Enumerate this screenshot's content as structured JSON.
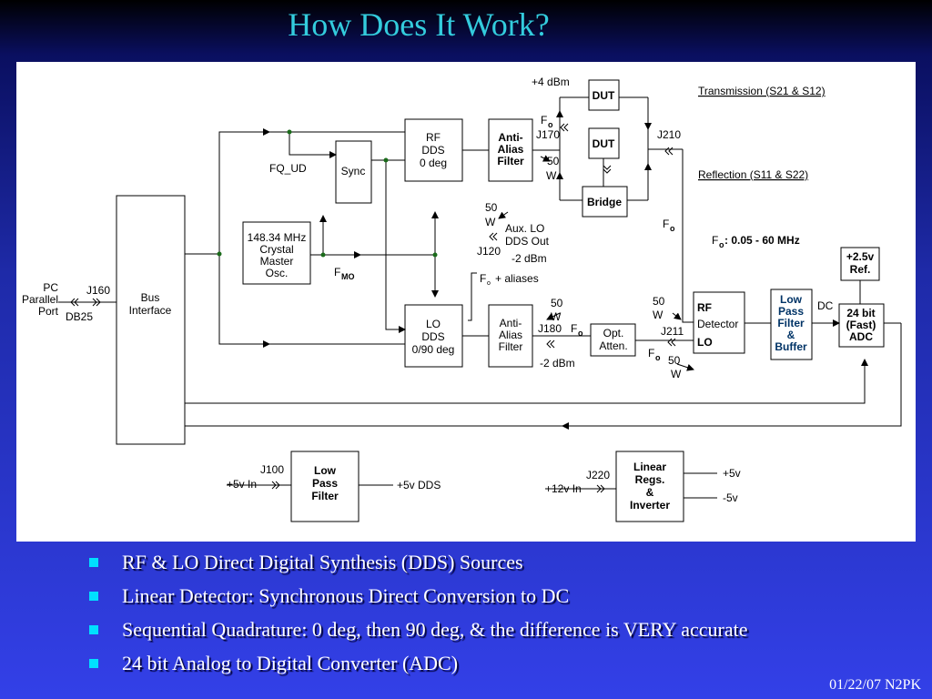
{
  "title": "How Does It Work?",
  "footer": "01/22/07 N2PK",
  "bullets": [
    "RF & LO Direct Digital Synthesis (DDS) Sources",
    "Linear Detector: Synchronous Direct Conversion to DC",
    "Sequential Quadrature: 0 deg, then 90 deg, & the difference is VERY accurate",
    "24 bit Analog to Digital Converter (ADC)"
  ],
  "colors": {
    "title": "#33ccdd",
    "bullet_square": "#00e0ff",
    "lpf_text": "#003366"
  },
  "diagram": {
    "bus": [
      "Bus",
      "Interface"
    ],
    "pc": [
      "PC",
      "Parallel",
      "Port"
    ],
    "j160": "J160",
    "db25": "DB25",
    "osc": [
      "148.34 MHz",
      "Crystal",
      "Master",
      "Osc."
    ],
    "fq_ud": "FQ_UD",
    "sync": "Sync",
    "rf_dds": [
      "RF",
      "DDS",
      "0 deg"
    ],
    "lo_dds": [
      "LO",
      "DDS",
      "0/90 deg"
    ],
    "fmo_main": "F",
    "fmo_sub": "MO",
    "aaf_top": [
      "Anti-",
      "Alias",
      "Filter"
    ],
    "aaf_bot": [
      "Anti-",
      "Alias",
      "Filter"
    ],
    "plus4dbm": "+4 dBm",
    "dut1": "DUT",
    "dut2": "DUT",
    "bridge": "Bridge",
    "fo": "F",
    "fo_sub": "o",
    "j170": "J170",
    "fifty": "50",
    "ohm": "W",
    "j210": "J210",
    "transmission": "Transmission (S21 & S12)",
    "reflection": "Reflection (S11 & S22)",
    "fo_range": ": 0.05 - 60 MHz",
    "aux_lo": [
      "Aux. LO",
      "DDS Out"
    ],
    "minus2dbm": "-2 dBm",
    "j120": "J120",
    "aliases": "+ aliases",
    "j180": "J180",
    "opt_atten": [
      "Opt.",
      "Atten."
    ],
    "j211": "J211",
    "rf_detector": [
      "RF",
      "Detector",
      "LO"
    ],
    "lpf_buffer": [
      "Low",
      "Pass",
      "Filter",
      "&",
      "Buffer"
    ],
    "dc": "DC",
    "ref": [
      "+2.5v",
      "Ref."
    ],
    "adc": [
      "24 bit",
      "(Fast)",
      "ADC"
    ],
    "j100": "J100",
    "plus5v_in": "+5v In",
    "lpf_bottom": [
      "Low",
      "Pass",
      "Filter"
    ],
    "plus5v_dds": "+5v DDS",
    "j220": "J220",
    "plus12v_in": "+12v In",
    "regs": [
      "Linear",
      "Regs.",
      "&",
      "Inverter"
    ],
    "plus5v": "+5v",
    "minus5v": "-5v"
  }
}
